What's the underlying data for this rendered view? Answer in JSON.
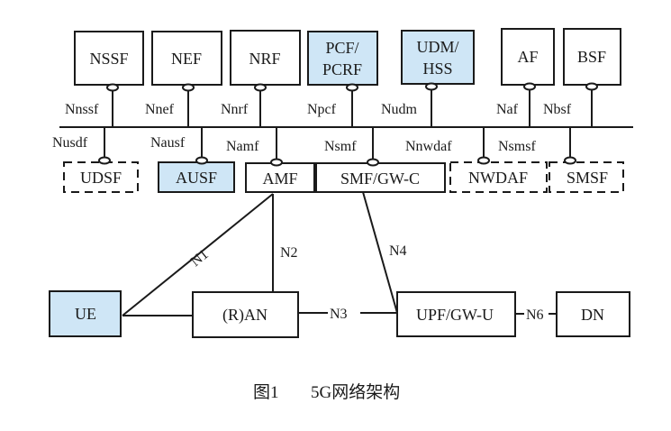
{
  "caption": {
    "figure": "图1",
    "title": "5G网络架构"
  },
  "colors": {
    "highlight": "#cfe6f6",
    "stroke": "#1a1a1a",
    "background": "#ffffff"
  },
  "top_nfs": [
    {
      "id": "nssf",
      "lines": [
        "NSSF"
      ],
      "interface": "Nnssf",
      "highlight": false
    },
    {
      "id": "nef",
      "lines": [
        "NEF"
      ],
      "interface": "Nnef",
      "highlight": false
    },
    {
      "id": "nrf",
      "lines": [
        "NRF"
      ],
      "interface": "Nnrf",
      "highlight": false
    },
    {
      "id": "pcf",
      "lines": [
        "PCF/",
        "PCRF"
      ],
      "interface": "Npcf",
      "highlight": true
    },
    {
      "id": "udm",
      "lines": [
        "UDM/",
        "HSS"
      ],
      "interface": "Nudm",
      "highlight": true
    },
    {
      "id": "af",
      "lines": [
        "AF"
      ],
      "interface": "Naf",
      "highlight": false
    },
    {
      "id": "bsf",
      "lines": [
        "BSF"
      ],
      "interface": "Nbsf",
      "highlight": false
    }
  ],
  "bottom_nfs": [
    {
      "id": "udsf",
      "label": "UDSF",
      "interface": "Nusdf",
      "style": "dashed",
      "highlight": false
    },
    {
      "id": "ausf",
      "label": "AUSF",
      "interface": "Nausf",
      "style": "solid",
      "highlight": true
    },
    {
      "id": "amf",
      "label": "AMF",
      "interface": "Namf",
      "style": "solid",
      "highlight": false
    },
    {
      "id": "smf",
      "label": "SMF/GW-C",
      "interface": "Nsmf",
      "style": "solid",
      "highlight": false
    },
    {
      "id": "nwdaf",
      "label": "NWDAF",
      "interface": "Nnwdaf",
      "style": "dashed",
      "highlight": false
    },
    {
      "id": "smsf",
      "label": "SMSF",
      "interface": "Nsmsf",
      "style": "dashed",
      "highlight": false
    }
  ],
  "access_nodes": [
    {
      "id": "ue",
      "label": "UE",
      "highlight": true
    },
    {
      "id": "ran",
      "label": "(R)AN",
      "highlight": false
    },
    {
      "id": "upf",
      "label": "UPF/GW-U",
      "highlight": false
    },
    {
      "id": "dn",
      "label": "DN",
      "highlight": false
    }
  ],
  "reference_points": [
    {
      "label": "N1",
      "from": "ue",
      "to": "amf"
    },
    {
      "label": "N2",
      "from": "ran",
      "to": "amf"
    },
    {
      "label": "N3",
      "from": "ran",
      "to": "upf"
    },
    {
      "label": "N4",
      "from": "smf",
      "to": "upf"
    },
    {
      "label": "N6",
      "from": "upf",
      "to": "dn"
    }
  ],
  "unlabeled_links": [
    {
      "from": "ue",
      "to": "ran"
    }
  ]
}
